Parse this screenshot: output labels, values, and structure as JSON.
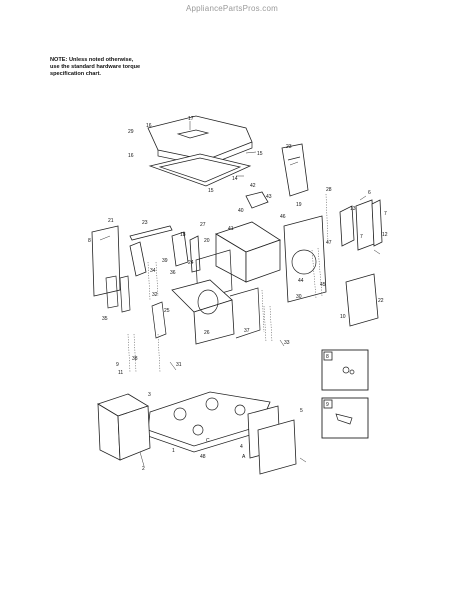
{
  "watermark": "AppliancePartsPros.com",
  "note": {
    "line1": "NOTE: Unless noted otherwise,",
    "line2": "use the standard hardware torque",
    "line3": "specification chart."
  },
  "callouts": {
    "c1": "17",
    "c2": "29",
    "c3": "16",
    "c4": "16",
    "c5": "15",
    "c6": "14",
    "c7": "15",
    "c8": "23",
    "c9": "19",
    "c10": "42",
    "c11": "43",
    "c12": "28",
    "c13": "6",
    "c14": "7",
    "c15": "13",
    "c16": "12",
    "c17": "7",
    "c18": "21",
    "c19": "8",
    "c20": "23",
    "c21": "18",
    "c22": "27",
    "c23": "41",
    "c24": "40",
    "c25": "46",
    "c26": "47",
    "c27": "44",
    "c28": "45",
    "c29": "22",
    "c30": "10",
    "c31": "32",
    "c32": "36",
    "c33": "30",
    "c34": "26",
    "c35": "31",
    "c36": "33",
    "c37": "11",
    "c38": "9",
    "c39": "1",
    "c40": "3",
    "c41": "2",
    "c42": "48",
    "c43": "C",
    "c44": "4",
    "c45": "5",
    "c46": "A",
    "c47": "8",
    "c48": "9",
    "c49": "35",
    "c50": "34",
    "c51": "38",
    "c52": "25",
    "c53": "37",
    "c54": "20",
    "c55": "24",
    "c56": "39"
  }
}
